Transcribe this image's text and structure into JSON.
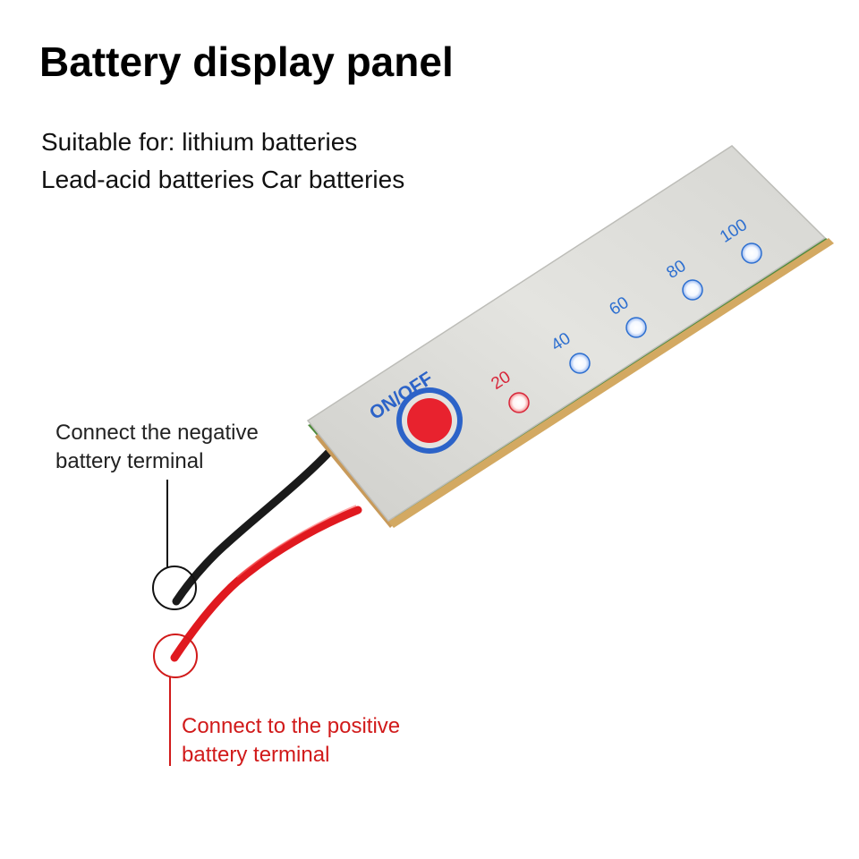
{
  "title": "Battery display panel",
  "subtitle": {
    "line1": "Suitable for: lithium batteries",
    "line2": "Lead-acid batteries Car batteries"
  },
  "panel": {
    "button_label": "ON/OFF",
    "levels": [
      {
        "label": "20",
        "color": "#d8263a"
      },
      {
        "label": "40",
        "color": "#2d6fd0"
      },
      {
        "label": "60",
        "color": "#2d6fd0"
      },
      {
        "label": "80",
        "color": "#2d6fd0"
      },
      {
        "label": "100",
        "color": "#2d6fd0"
      }
    ]
  },
  "callouts": {
    "negative": {
      "line1": "Connect the negative",
      "line2": "battery terminal"
    },
    "positive": {
      "line1": "Connect to the positive",
      "line2": "battery terminal"
    }
  },
  "colors": {
    "button": "#e8222e",
    "button_ring": "#2c63c8",
    "accent_blue": "#2c63c8",
    "wire_red": "#e0191f",
    "wire_black": "#1a1a1a",
    "positive_text": "#d11a1a"
  }
}
